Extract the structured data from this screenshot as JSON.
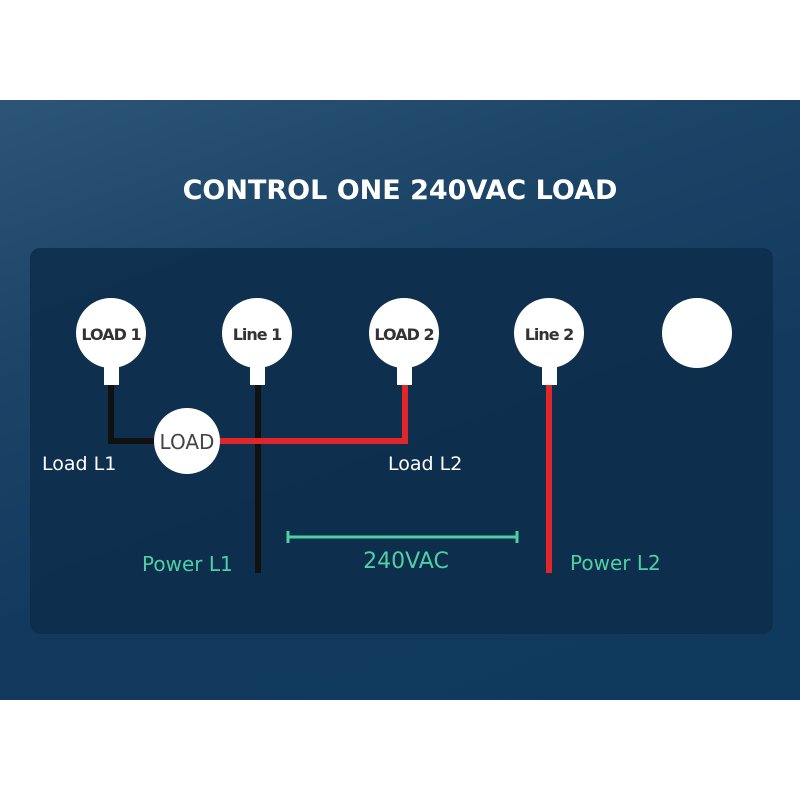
{
  "title": "CONTROL ONE 240VAC LOAD",
  "terminals": [
    "LOAD 1",
    "Line 1",
    "LOAD 2",
    "Line 2",
    ""
  ],
  "load_label": "LOAD",
  "labels": {
    "load_l1": "Load L1",
    "load_l2": "Load L2",
    "power_l1": "Power L1",
    "power_l2": "Power L2",
    "voltage": "240VAC"
  },
  "colors": {
    "wire_l1": "#111111",
    "wire_l2": "#e0262b",
    "accent": "#4fcfa4",
    "panel": "#0d2e4b"
  }
}
